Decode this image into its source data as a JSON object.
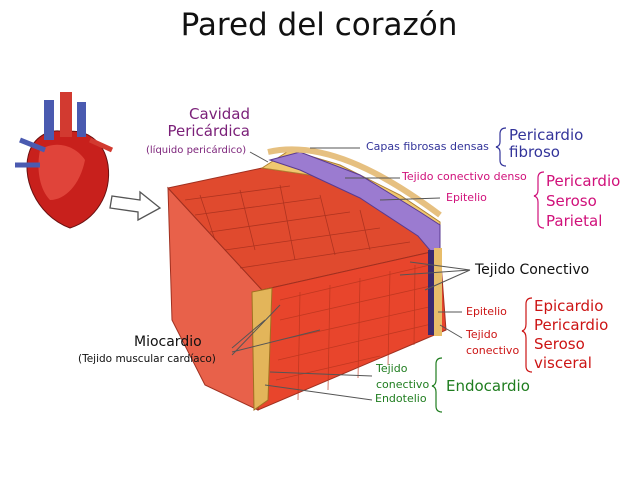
{
  "title": "Pared del corazón",
  "labels": {
    "cavidad": [
      "Cavidad",
      "Pericárdica"
    ],
    "liquido": "(líquido pericárdico)",
    "capas_fibrosas": "Capas fibrosas densas",
    "pericardio_fibroso": [
      "Pericardio",
      "fibroso"
    ],
    "tejido_conectivo_denso": "Tejido conectivo denso",
    "epitelio_parietal": "Epitelio",
    "pericardio_seroso_parietal": [
      "Pericardio",
      "Seroso",
      "Parietal"
    ],
    "tejido_conectivo": "Tejido Conectivo",
    "epitelio_visceral": "Epitelio",
    "tejido_conectivo_visceral": [
      "Tejido",
      "conectivo"
    ],
    "epicardio": [
      "Epicardio",
      "Pericardio",
      "Seroso",
      "visceral"
    ],
    "miocardio": "Miocardio",
    "miocardio_sub": "(Tejido muscular cardíaco)",
    "endo_tejido": [
      "Tejido",
      "conectivo"
    ],
    "endotelio": "Endotelio",
    "endocardio": "Endocardio"
  },
  "colors": {
    "cavidad": "#7a1f78",
    "fibroso": "#33349a",
    "parietal": "#d0107a",
    "visceral": "#cc1414",
    "endocardio": "#1f7d1f",
    "black": "#111111"
  }
}
